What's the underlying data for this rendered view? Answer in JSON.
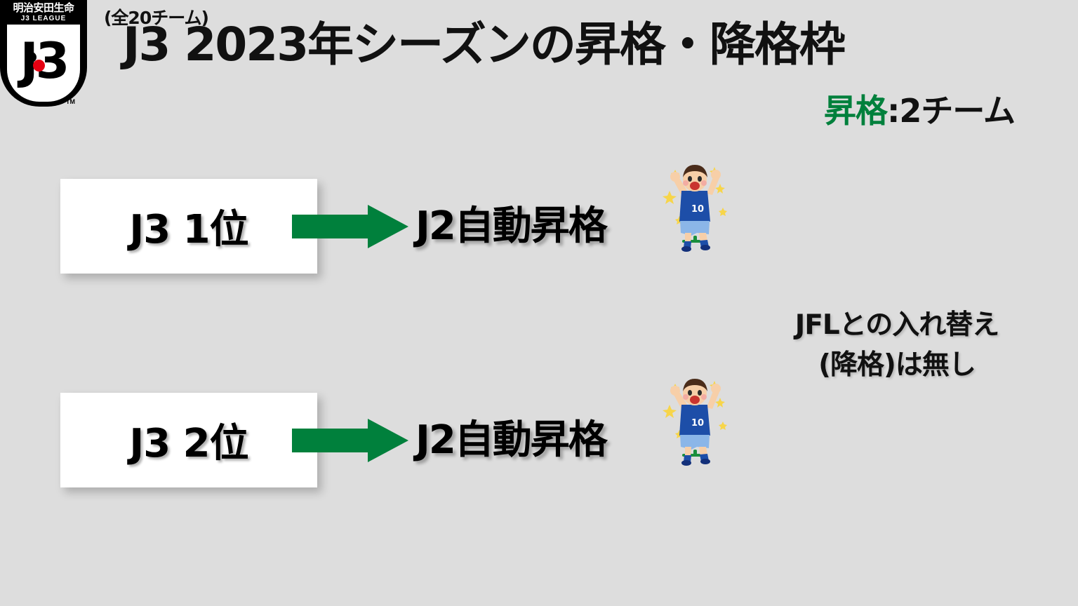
{
  "background_color": "#dddddd",
  "accent_green": "#00803c",
  "logo": {
    "sponsor_text": "明治安田生命",
    "league_text": "J3 LEAGUE",
    "mark_text": "J3",
    "trademark": "TM"
  },
  "header": {
    "team_count": "(全20チーム)",
    "title": "J3 2023年シーズンの昇格・降格枠",
    "promotion_highlight": "昇格",
    "promotion_rest": ":2チーム"
  },
  "rows": [
    {
      "rank_label": "J3 1位",
      "arrow_icon": "right-arrow-icon",
      "destination_label": "J2自動昇格",
      "illustration": "celebrating-soccer-player-icon"
    },
    {
      "rank_label": "J3 2位",
      "arrow_icon": "right-arrow-icon",
      "destination_label": "J2自動昇格",
      "illustration": "celebrating-soccer-player-icon"
    }
  ],
  "side_note": {
    "line1": "JFLとの入れ替え",
    "line2": "(降格)は無し"
  }
}
